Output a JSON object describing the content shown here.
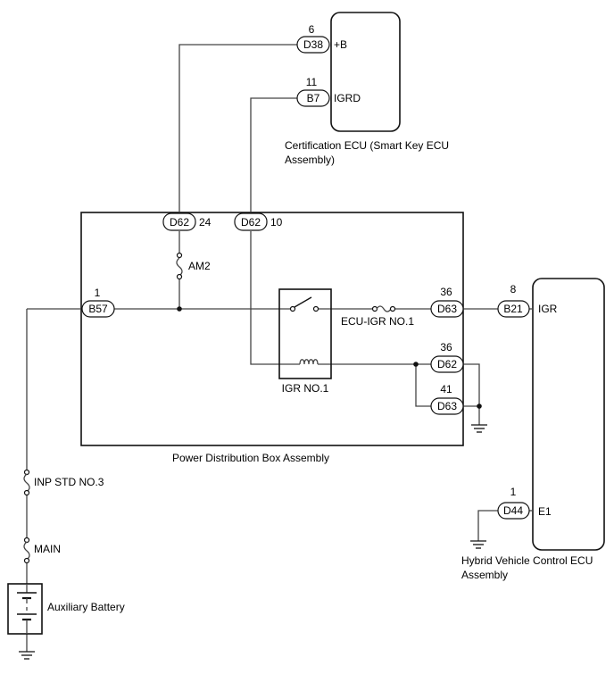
{
  "components": {
    "cert_ecu": {
      "label_line1": "Certification ECU (Smart Key ECU",
      "label_line2": "Assembly)"
    },
    "pdb": {
      "label": "Power Distribution Box Assembly"
    },
    "hv_ecu": {
      "label_line1": "Hybrid Vehicle Control ECU",
      "label_line2": "Assembly"
    },
    "battery": {
      "label": "Auxiliary Battery"
    },
    "relay": {
      "label": "IGR NO.1"
    }
  },
  "fuses": {
    "am2": "AM2",
    "ecu_igr": "ECU-IGR NO.1",
    "inp_std": "INP STD NO.3",
    "main": "MAIN"
  },
  "connectors": {
    "d38": {
      "id": "D38",
      "pin": "6",
      "terminal": "+B"
    },
    "b7": {
      "id": "B7",
      "pin": "11",
      "terminal": "IGRD"
    },
    "d62_24": {
      "id": "D62",
      "pin": "24"
    },
    "d62_10": {
      "id": "D62",
      "pin": "10"
    },
    "b57": {
      "id": "B57",
      "pin": "1"
    },
    "d63_36": {
      "id": "D63",
      "pin": "36"
    },
    "b21": {
      "id": "B21",
      "pin": "8",
      "terminal": "IGR"
    },
    "d62_36": {
      "id": "D62",
      "pin": "36"
    },
    "d63_41": {
      "id": "D63",
      "pin": "41"
    },
    "d44": {
      "id": "D44",
      "pin": "1",
      "terminal": "E1"
    }
  }
}
